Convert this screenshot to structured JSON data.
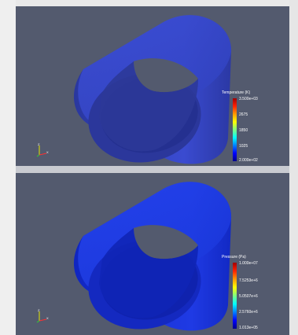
{
  "panels": [
    {
      "id": "temperature",
      "legend": {
        "title": "Temperature (K)",
        "ticks": [
          "3.500e+03",
          "2675",
          "1850",
          "1025",
          "2.000e+02"
        ],
        "colormap": "jet"
      },
      "axes": {
        "vertical": "Z",
        "horizontal": "X"
      },
      "surface_color": "#2f3fb0"
    },
    {
      "id": "pressure",
      "legend": {
        "title": "Pressure (Pa)",
        "ticks": [
          "1.000e+07",
          "7.5253e+6",
          "5.0507e+6",
          "2.5760e+6",
          "1.013e+05"
        ],
        "colormap": "jet"
      },
      "axes": {
        "vertical": "Z",
        "horizontal": "X"
      },
      "surface_color": "#1431d6"
    }
  ]
}
